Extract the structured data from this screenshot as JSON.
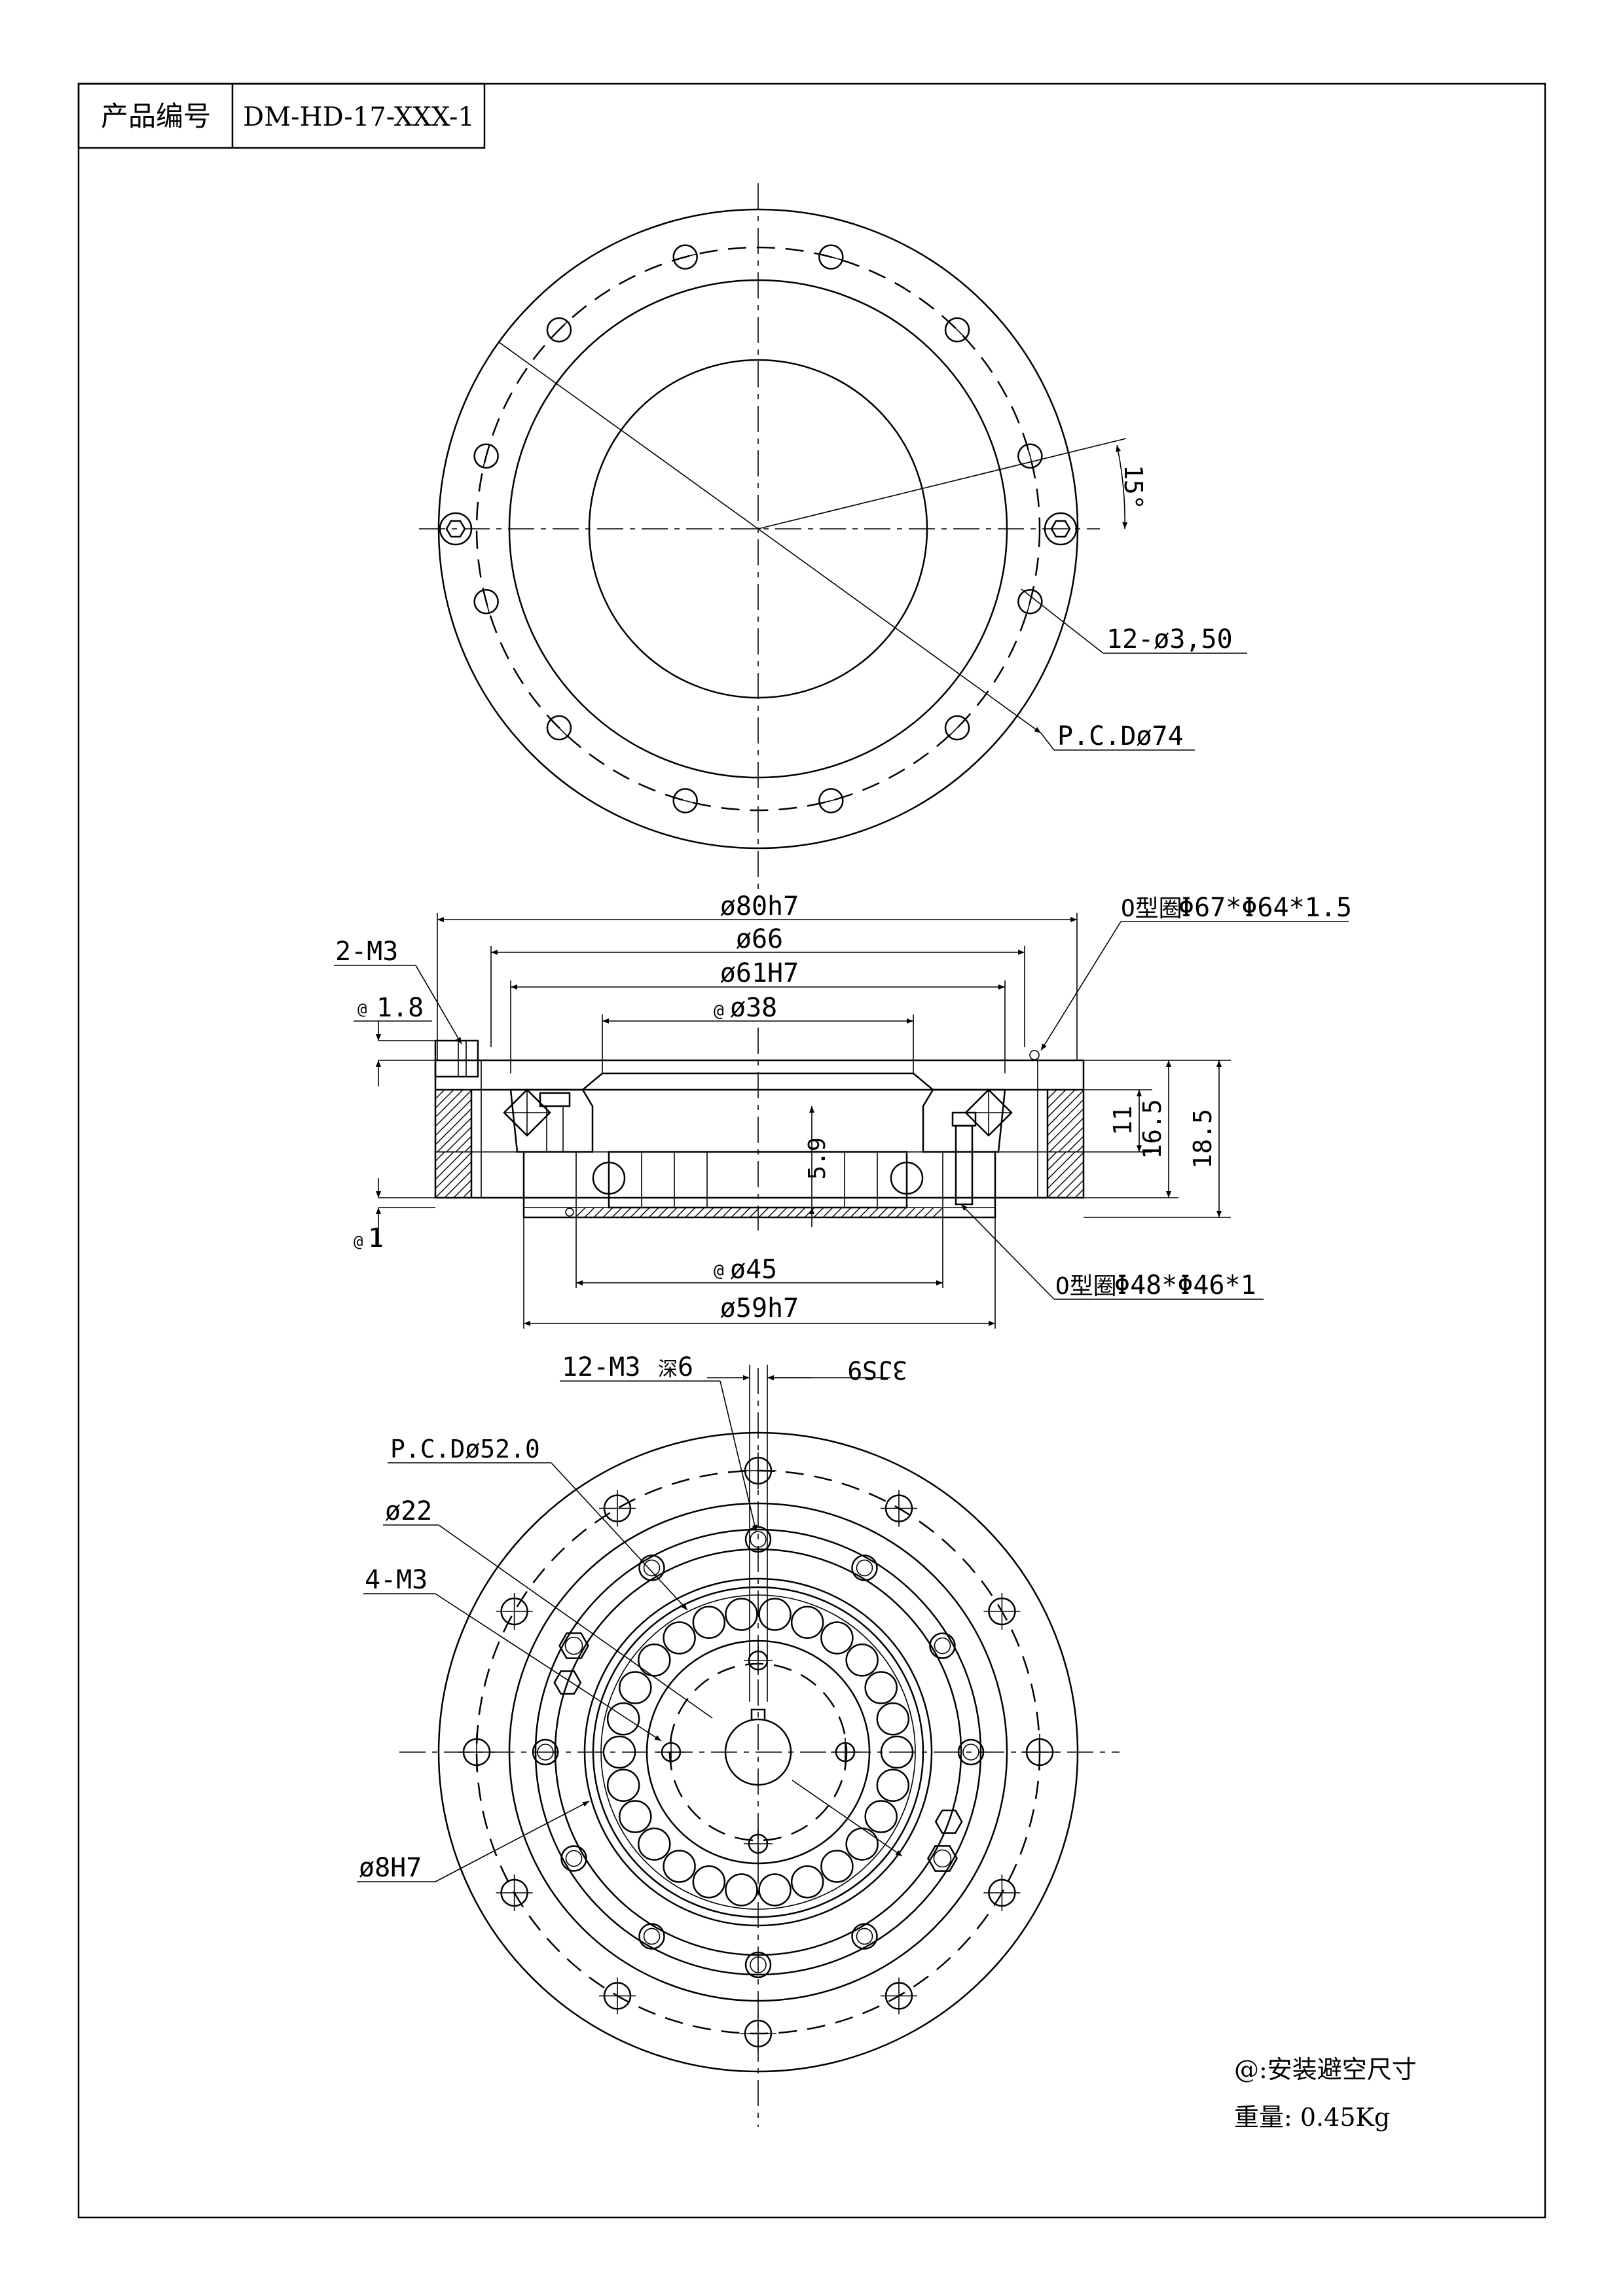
{
  "title_block": {
    "label": "产品编号",
    "value": "DM-HD-17-XXX-1"
  },
  "front_view": {
    "angle": "15°",
    "holes": "12-ø3,50",
    "pcd": "P.C.Dø74"
  },
  "section_view": {
    "d_outer": "ø80h7",
    "d_66": "ø66",
    "d_61": "ø61H7",
    "d_38": "ø38",
    "d_45": "ø45",
    "d_59": "ø59h7",
    "m3_top": "2-M3",
    "gap_top": "1.8",
    "gap_bottom": "1",
    "oring_top": "Φ67*Φ64*1.5",
    "oring_bottom": "Φ48*Φ46*1",
    "h_5_9": "5.9",
    "h_11": "11",
    "h_16_5": "16.5",
    "h_18_5": "18.5"
  },
  "rear_view": {
    "m3_holes": "12-M3",
    "depth": "6",
    "keyway": "3JS9",
    "pcd": "P.C.Dø52.0",
    "d_22": "ø22",
    "m3_4": "4-M3",
    "d_8": "ø8H7"
  },
  "notes": {
    "mount_note": "@:安装避空尺寸",
    "weight": "重量: 0.45Kg"
  }
}
